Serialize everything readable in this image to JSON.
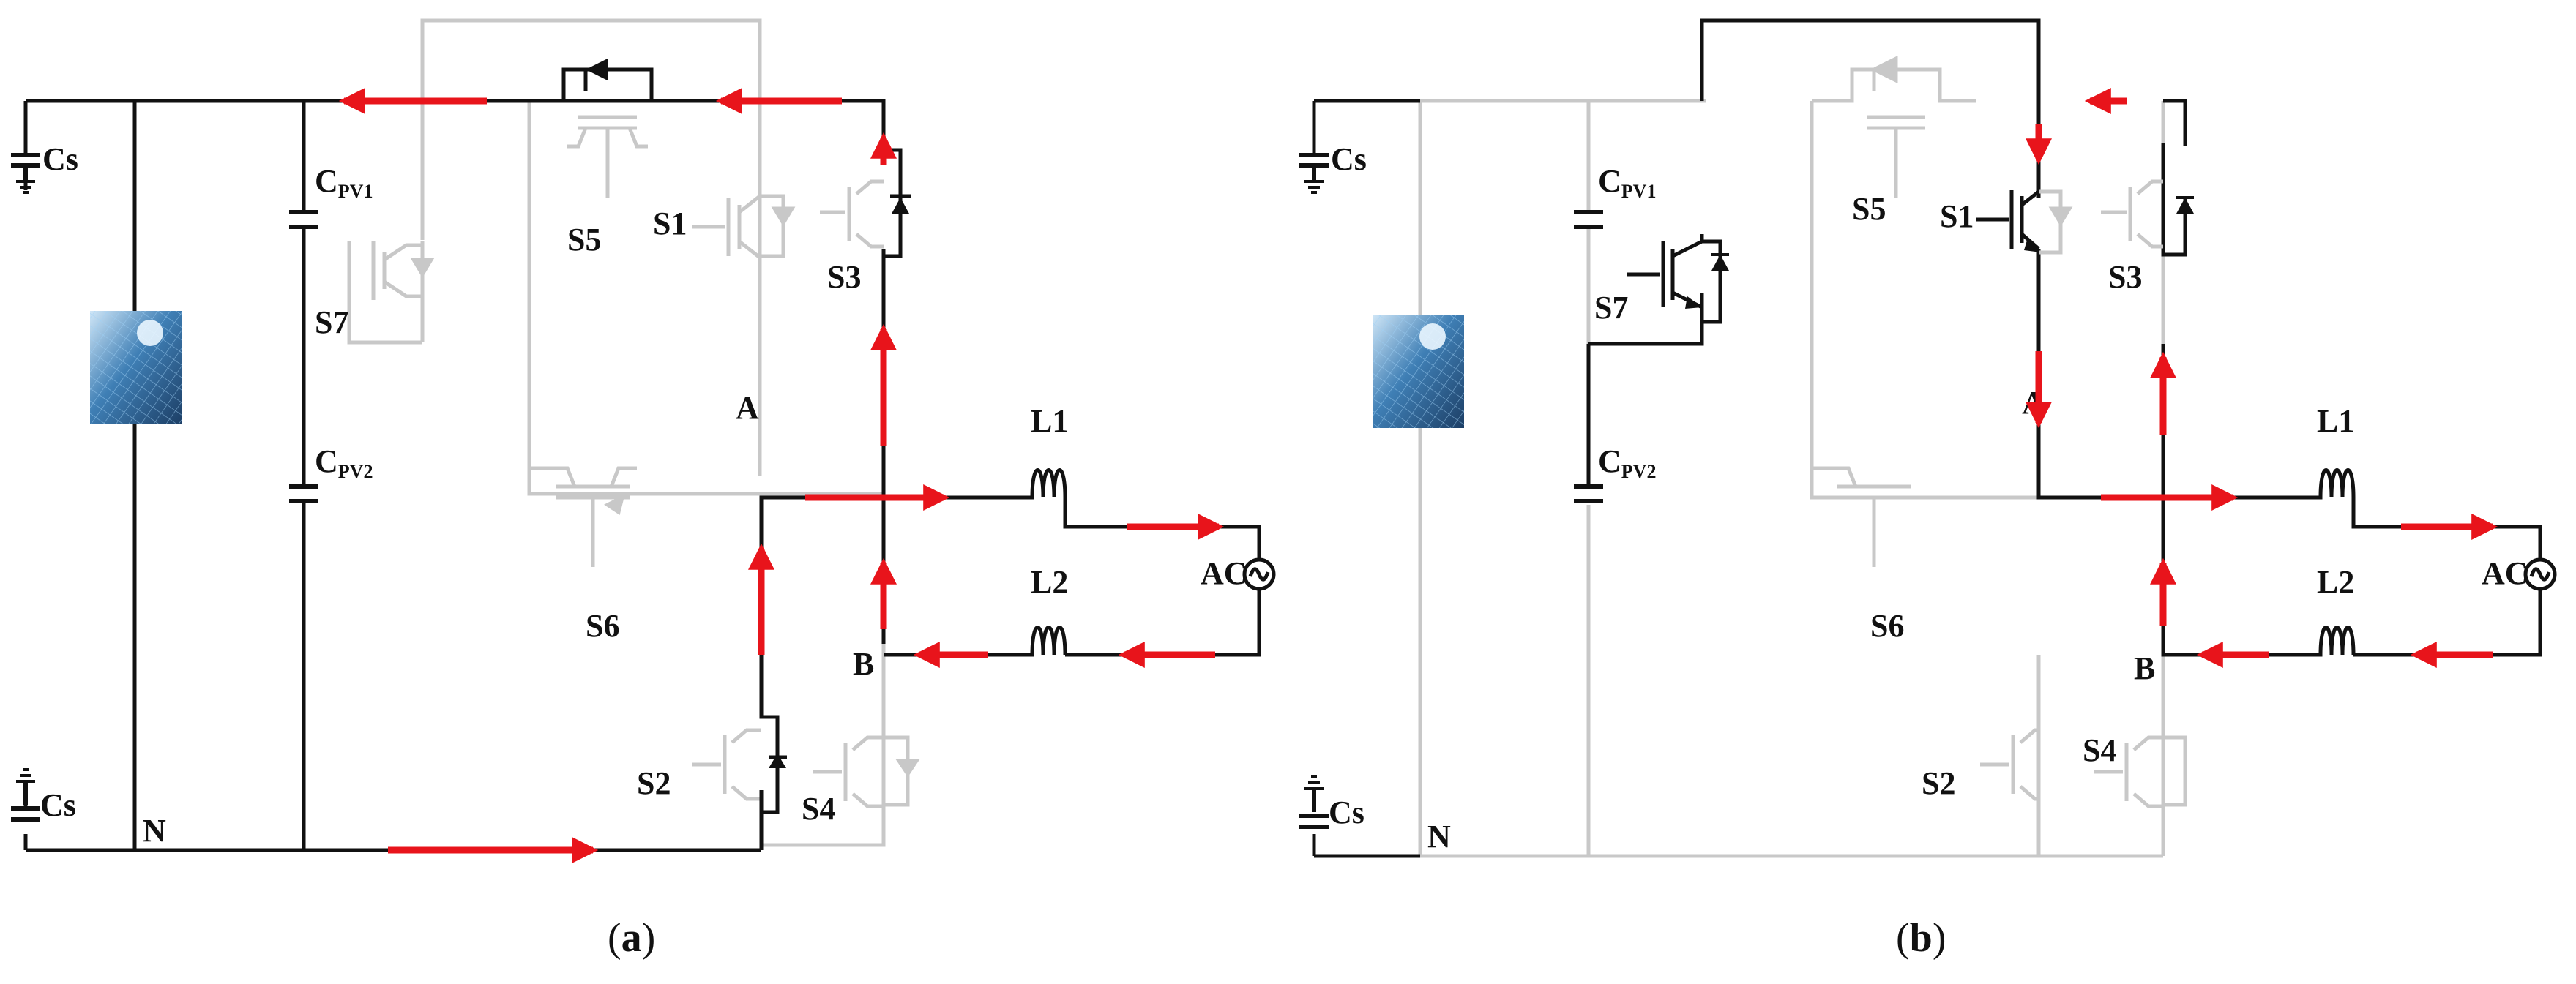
{
  "panels": [
    {
      "caption_open": "(",
      "caption_letter": "a",
      "caption_close": ")",
      "labels": {
        "cs_top": "Cs",
        "cs_bottom": "Cs",
        "n": "N",
        "cpv1_main": "C",
        "cpv1_sub": "PV1",
        "cpv2_main": "C",
        "cpv2_sub": "PV2",
        "s1": "S1",
        "s2": "S2",
        "s3": "S3",
        "s4": "S4",
        "s5": "S5",
        "s6": "S6",
        "s7": "S7",
        "a": "A",
        "b": "B",
        "l1": "L1",
        "l2": "L2",
        "ac": "AC"
      },
      "active_switches": [
        "S5",
        "S3",
        "S2"
      ],
      "current_arrow_color": "#e8141b"
    },
    {
      "caption_open": "(",
      "caption_letter": "b",
      "caption_close": ")",
      "labels": {
        "cs_top": "Cs",
        "cs_bottom": "Cs",
        "n": "N",
        "cpv1_main": "C",
        "cpv1_sub": "PV1",
        "cpv2_main": "C",
        "cpv2_sub": "PV2",
        "s1": "S1",
        "s2": "S2",
        "s3": "S3",
        "s4": "S4",
        "s5": "S5",
        "s6": "S6",
        "s7": "S7",
        "a": "A",
        "b": "B",
        "l1": "L1",
        "l2": "L2",
        "ac": "AC"
      },
      "active_switches": [
        "S7",
        "S1",
        "S3"
      ],
      "current_arrow_color": "#e8141b"
    }
  ],
  "colors": {
    "active_wire": "#111111",
    "inactive_wire": "#c8c8c8",
    "current_arrow": "#e8141b",
    "background": "#ffffff"
  }
}
